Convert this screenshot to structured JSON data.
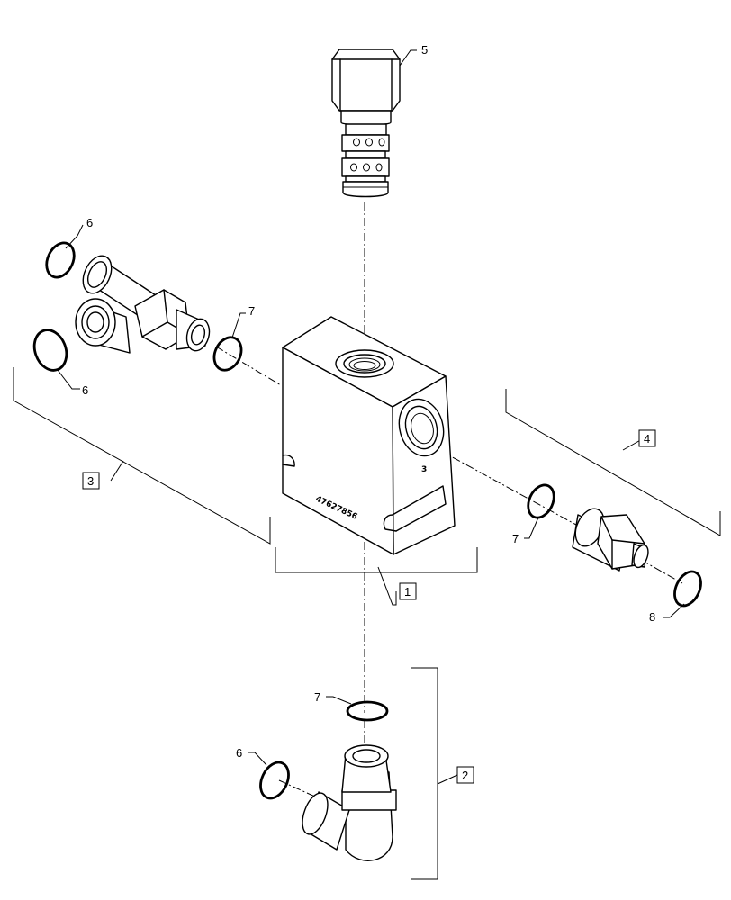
{
  "diagram": {
    "type": "exploded-parts-diagram",
    "block_marking": "47627856",
    "port_marking": "3",
    "callouts": [
      {
        "id": "c1",
        "label": "1",
        "boxed": true
      },
      {
        "id": "c2",
        "label": "2",
        "boxed": true
      },
      {
        "id": "c3",
        "label": "3",
        "boxed": true
      },
      {
        "id": "c4",
        "label": "4",
        "boxed": true
      },
      {
        "id": "c5",
        "label": "5",
        "boxed": false
      },
      {
        "id": "c6a",
        "label": "6",
        "boxed": false
      },
      {
        "id": "c6b",
        "label": "6",
        "boxed": false
      },
      {
        "id": "c6c",
        "label": "6",
        "boxed": false
      },
      {
        "id": "c7a",
        "label": "7",
        "boxed": false
      },
      {
        "id": "c7b",
        "label": "7",
        "boxed": false
      },
      {
        "id": "c7c",
        "label": "7",
        "boxed": false
      },
      {
        "id": "c8",
        "label": "8",
        "boxed": false
      }
    ]
  }
}
